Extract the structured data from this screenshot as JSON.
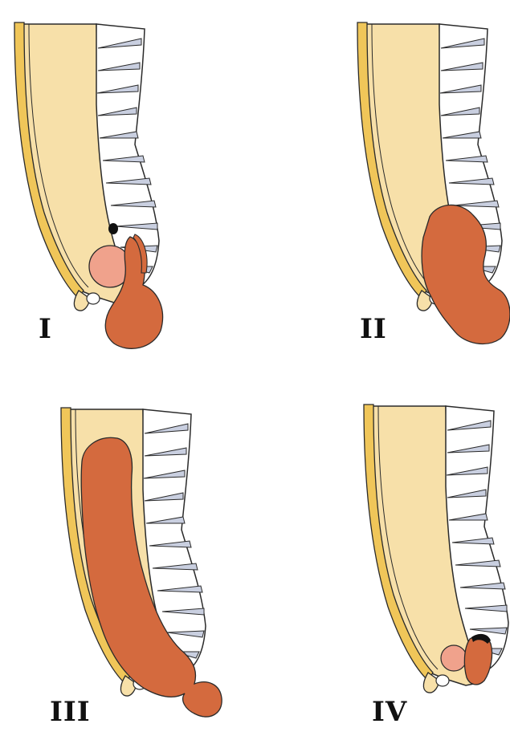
{
  "panels": [
    {
      "label": "I"
    },
    {
      "label": "II"
    },
    {
      "label": "III"
    },
    {
      "label": "IV"
    }
  ],
  "colors": {
    "background": "#ffffff",
    "sacrum_fill": "#f7e0a9",
    "sacrum_band": "#f0c659",
    "outline": "#2a2a2a",
    "vertebra_fill": "#ffffff",
    "vertebra_shade": "#c9cfe0",
    "tumor_dark": "#d46a3e",
    "tumor_light": "#f0a28c",
    "marker": "#111111"
  }
}
